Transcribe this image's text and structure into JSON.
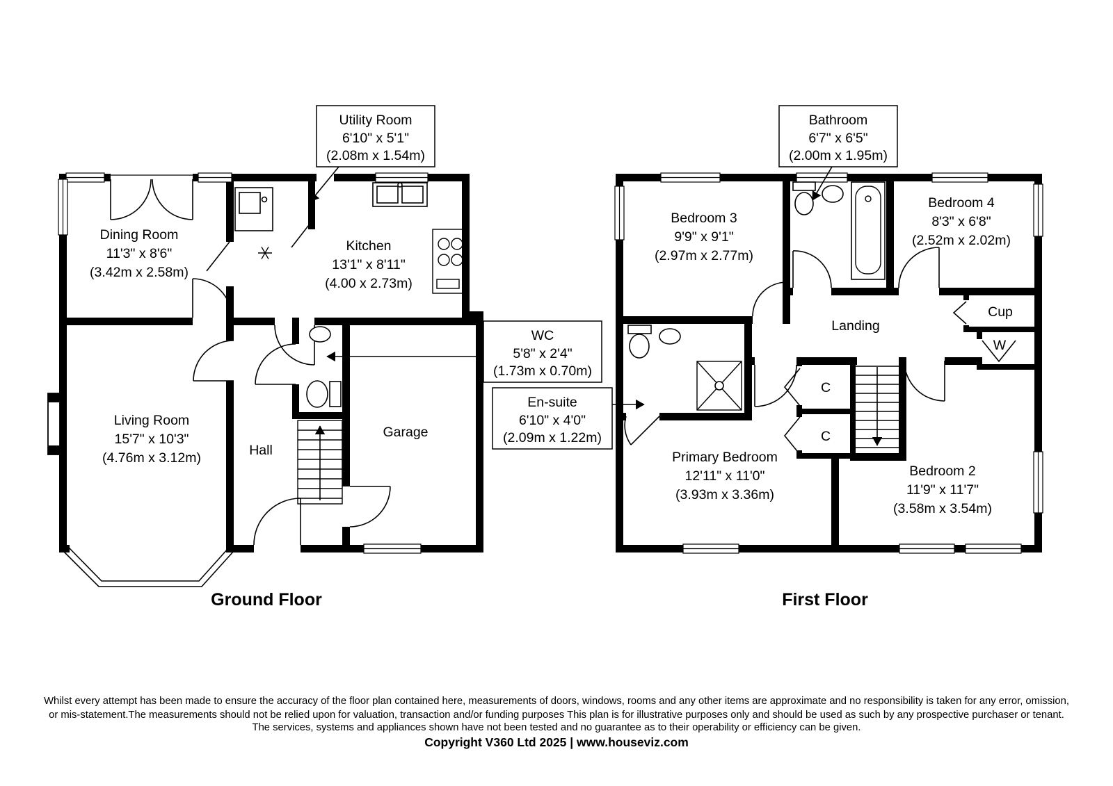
{
  "ground_floor": {
    "title": "Ground Floor",
    "rooms": {
      "dining": {
        "name": "Dining Room",
        "imperial": "11'3\" x 8'6\"",
        "metric": "(3.42m x 2.58m)"
      },
      "kitchen": {
        "name": "Kitchen",
        "imperial": "13'1\" x 8'11\"",
        "metric": "(4.00 x 2.73m)"
      },
      "living": {
        "name": "Living Room",
        "imperial": "15'7\" x 10'3\"",
        "metric": "(4.76m x 3.12m)"
      },
      "hall": {
        "name": "Hall"
      },
      "garage": {
        "name": "Garage"
      }
    },
    "callouts": {
      "utility": {
        "name": "Utility Room",
        "imperial": "6'10\" x 5'1\"",
        "metric": "(2.08m x 1.54m)"
      },
      "wc": {
        "name": "WC",
        "imperial": "5'8\" x 2'4\"",
        "metric": "(1.73m x 0.70m)"
      }
    }
  },
  "first_floor": {
    "title": "First Floor",
    "rooms": {
      "bedroom3": {
        "name": "Bedroom 3",
        "imperial": "9'9\" x 9'1\"",
        "metric": "(2.97m x 2.77m)"
      },
      "bedroom4": {
        "name": "Bedroom 4",
        "imperial": "8'3\" x 6'8\"",
        "metric": "(2.52m x 2.02m)"
      },
      "primary": {
        "name": "Primary Bedroom",
        "imperial": "12'11\" x 11'0\"",
        "metric": "(3.93m x 3.36m)"
      },
      "bedroom2": {
        "name": "Bedroom 2",
        "imperial": "11'9\" x 11'7\"",
        "metric": "(3.58m x 3.54m)"
      },
      "landing": {
        "name": "Landing"
      },
      "cupboard": {
        "name": "Cup"
      },
      "wardrobe": {
        "name": "W"
      },
      "closet1": {
        "name": "C"
      },
      "closet2": {
        "name": "C"
      }
    },
    "callouts": {
      "bathroom": {
        "name": "Bathroom",
        "imperial": "6'7\" x 6'5\"",
        "metric": "(2.00m x 1.95m)"
      },
      "ensuite": {
        "name": "En-suite",
        "imperial": "6'10\" x 4'0\"",
        "metric": "(2.09m x 1.22m)"
      }
    }
  },
  "footer": {
    "disclaimer_lines": [
      "Whilst every attempt has been made to ensure the accuracy of the floor plan contained here, measurements of doors, windows, rooms and any other items are approximate and no responsibility is taken for any error, omission,",
      "or mis-statement.The measurements should not be relied upon for valuation, transaction and/or funding purposes This plan is for illustrative purposes only and should be used as such by any prospective purchaser or tenant.",
      "The services, systems and appliances shown have not been tested and no guarantee as to their operability or efficiency can be given."
    ],
    "copyright": "Copyright V360 Ltd 2025 | www.houseviz.com"
  },
  "colors": {
    "wall": "#000000",
    "background": "#ffffff",
    "line": "#000000"
  },
  "icons": {
    "fixtures": [
      "toilet-icon",
      "sink-icon",
      "bath-icon",
      "shower-icon",
      "hob-icon",
      "utility-sink-icon",
      "boiler-icon",
      "stairs-icon",
      "bay-window-icon",
      "chimney-icon"
    ]
  }
}
